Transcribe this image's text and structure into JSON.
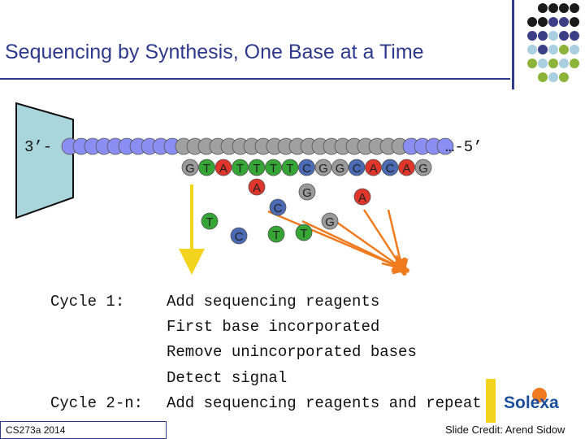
{
  "title": "Sequencing by Synthesis, One Base at a Time",
  "strand": {
    "left_label": "3’-",
    "right_label": "…-5’",
    "template_bases": [
      "G",
      "T",
      "A",
      "T",
      "T",
      "T",
      "T",
      "C",
      "G",
      "G",
      "C",
      "A",
      "C",
      "A",
      "G"
    ]
  },
  "free_nucleotides": [
    "A",
    "G",
    "A",
    "C",
    "T",
    "T",
    "C",
    "T",
    "G"
  ],
  "steps": {
    "cycle1_label": "Cycle 1:",
    "cycle1_lines": [
      "Add sequencing reagents",
      "First base incorporated",
      "Remove unincorporated bases",
      "Detect signal"
    ],
    "cycle2_label": "Cycle 2-n:",
    "cycle2_line": "Add sequencing reagents and repeat"
  },
  "footer": {
    "course": "CS273a 2014",
    "credit": "Slide Credit: Arend Sidow",
    "logo_text": "Solexa"
  },
  "colors": {
    "title": "#2e3a8c",
    "bead": "#8a8ef2",
    "template_base": "#a0a0a0",
    "base_A": "#e0352b",
    "base_C": "#4a6ab4",
    "base_T": "#35a635",
    "base_G": "#9a9a9a",
    "arrow_down": "#f2d41f",
    "arrows_fan": "#f07a1e",
    "flow_cell": "#a8d6dc"
  }
}
